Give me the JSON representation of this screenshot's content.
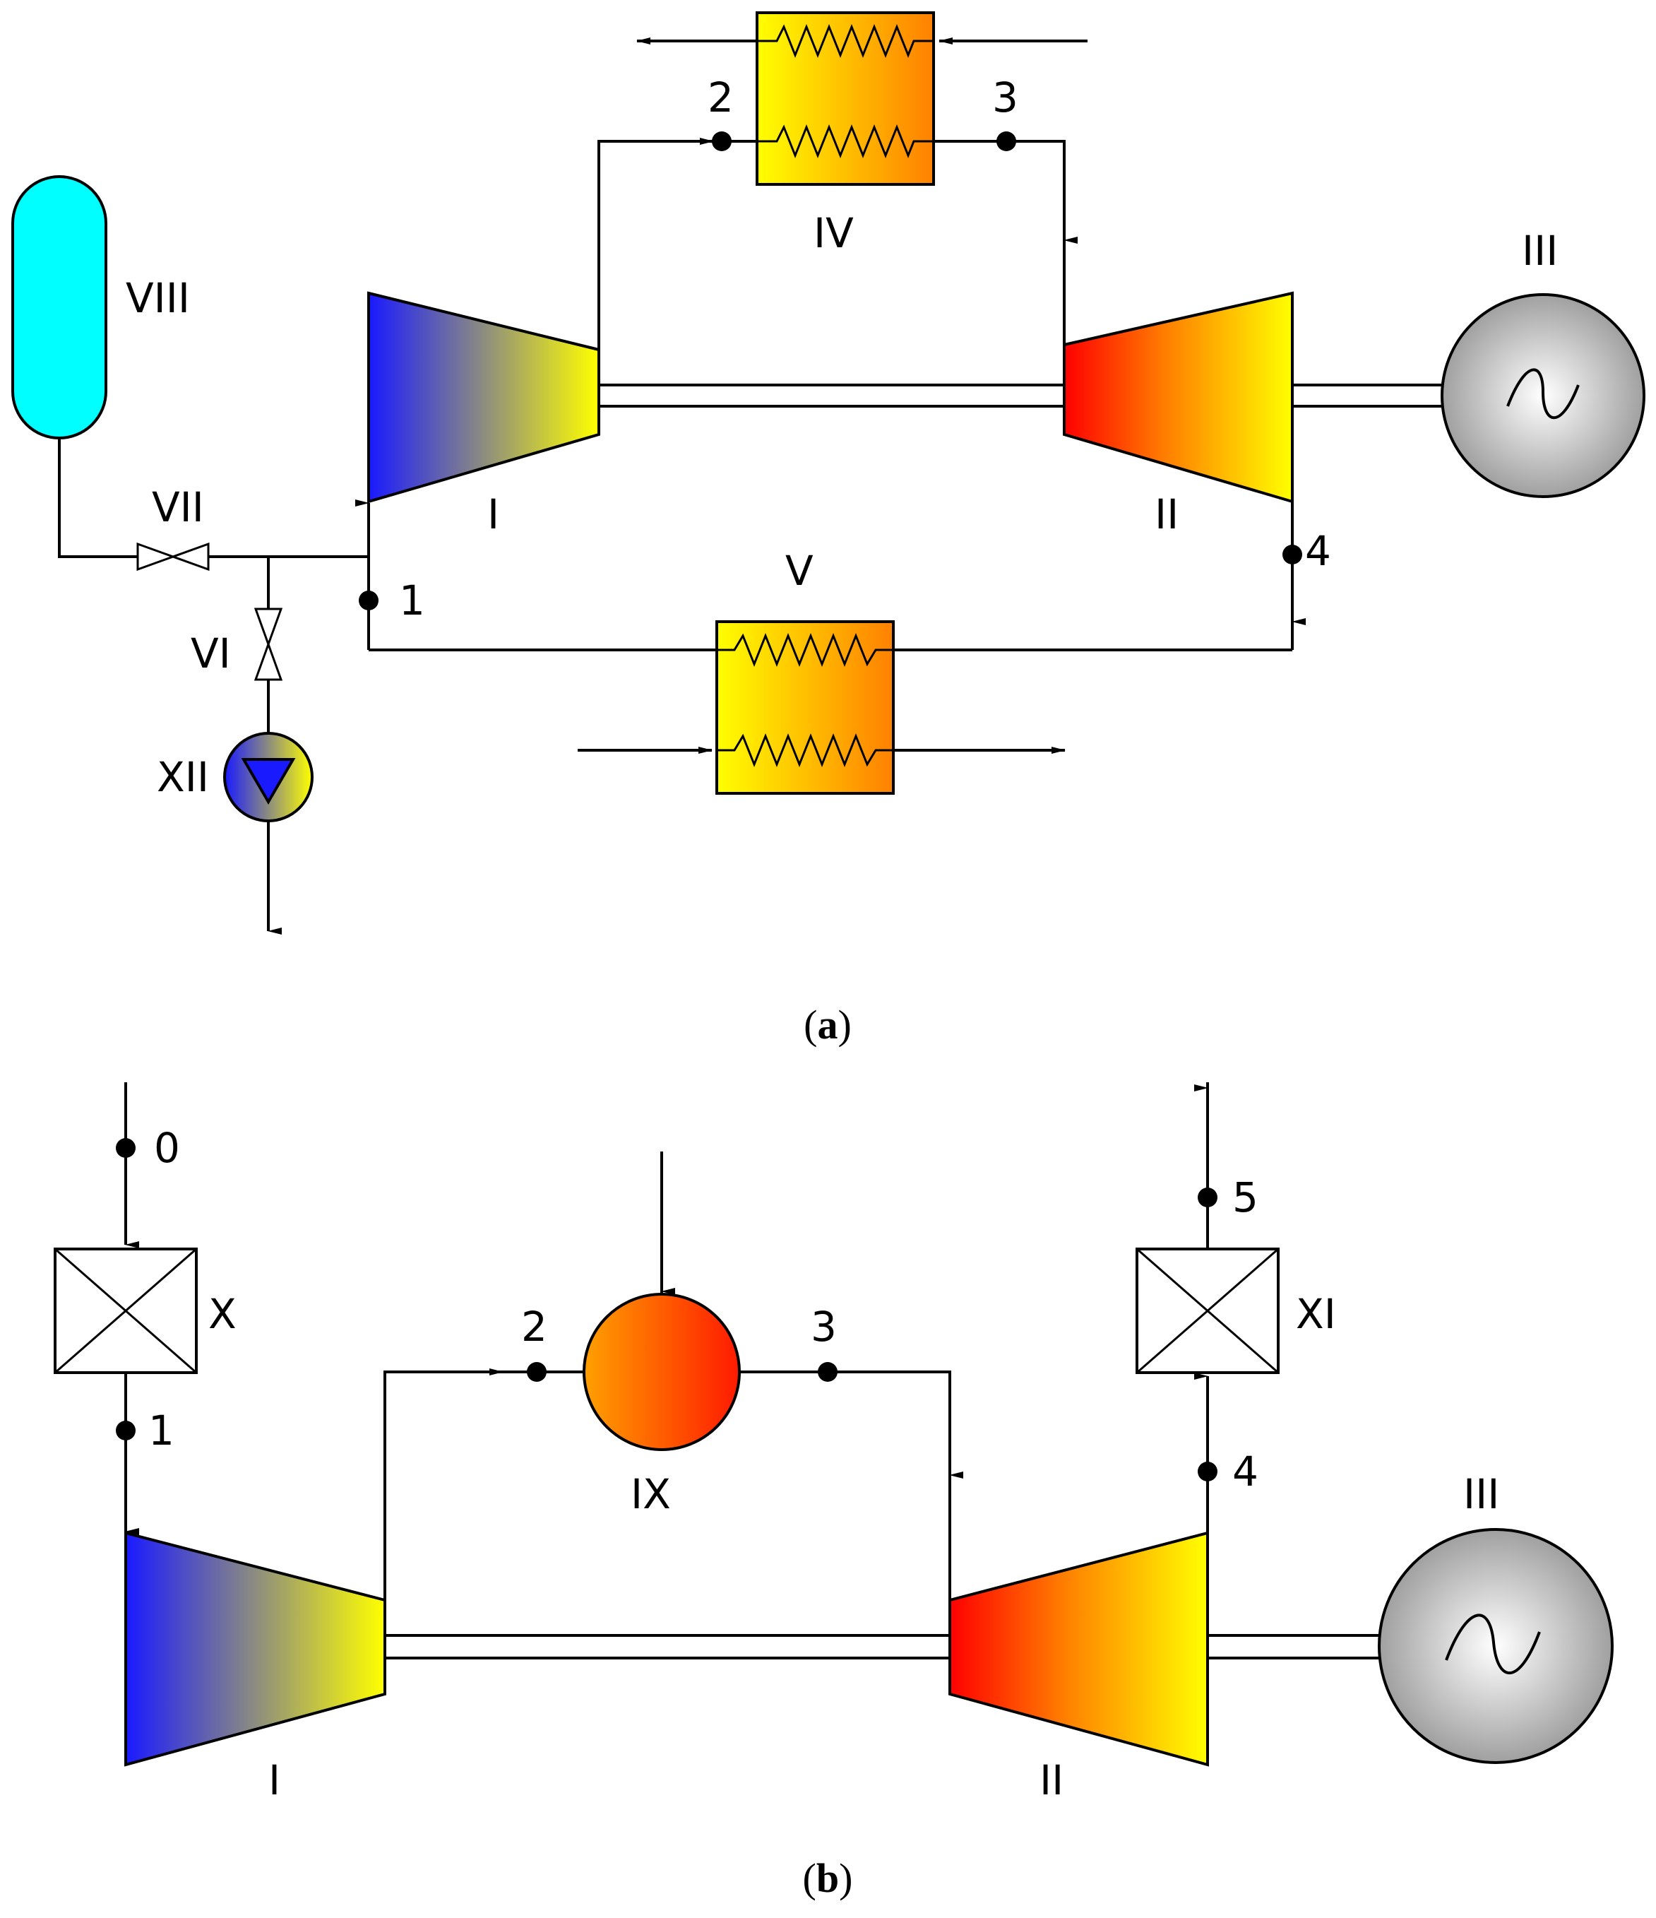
{
  "colors": {
    "compressor_start": "#1a1aff",
    "compressor_end": "#ffff00",
    "turbine_start": "#ff0000",
    "turbine_mid": "#ff8000",
    "turbine_end": "#ffff00",
    "hx_start": "#ffff00",
    "hx_end": "#ff8000",
    "tank": "#00ffff",
    "generator_center": "#ffffff",
    "generator_edge": "#a0a0a0",
    "heater_start": "#ffa000",
    "heater_end": "#ff1a00"
  },
  "diagram_a": {
    "components": {
      "compressor": "I",
      "turbine": "II",
      "generator": "III",
      "heater": "IV",
      "cooler": "V",
      "valve_vi": "VI",
      "valve_vii": "VII",
      "tank": "VIII",
      "pump": "XII"
    },
    "points": {
      "p1": "1",
      "p2": "2",
      "p3": "3",
      "p4": "4"
    },
    "caption_letter": "a"
  },
  "diagram_b": {
    "components": {
      "compressor": "I",
      "turbine": "II",
      "generator": "III",
      "combustor": "IX",
      "filter_in": "X",
      "filter_out": "XI"
    },
    "points": {
      "p0": "0",
      "p1": "1",
      "p2": "2",
      "p3": "3",
      "p4": "4",
      "p5": "5"
    },
    "caption_letter": "b"
  },
  "icons": {
    "generator_symbol": "sine-wave-icon",
    "valve_symbol": "valve-icon",
    "filter_symbol": "crossed-box-icon",
    "pump_symbol": "triangle-pump-icon"
  }
}
